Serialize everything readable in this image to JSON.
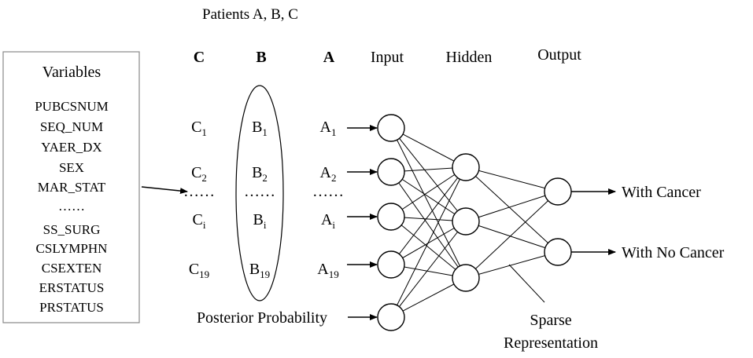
{
  "title": "Patients A, B, C",
  "variables": {
    "heading": "Variables",
    "items": [
      "PUBCSNUM",
      "SEQ_NUM",
      "YAER_DX",
      "SEX",
      "MAR_STAT",
      "……",
      "SS_SURG",
      "CSLYMPHN",
      "CSEXTEN",
      "ERSTATUS",
      "PRSTATUS"
    ]
  },
  "columns": {
    "c_header": "C",
    "b_header": "B",
    "a_header": "A",
    "input": "Input",
    "hidden": "Hidden",
    "output": "Output"
  },
  "patients": {
    "C": [
      {
        "base": "C",
        "sub": "1"
      },
      {
        "base": "C",
        "sub": "2"
      },
      {
        "base": "……",
        "sub": ""
      },
      {
        "base": "C",
        "sub": "i"
      },
      {
        "base": "C",
        "sub": "19"
      }
    ],
    "B": [
      {
        "base": "B",
        "sub": "1"
      },
      {
        "base": "B",
        "sub": "2"
      },
      {
        "base": "……",
        "sub": ""
      },
      {
        "base": "B",
        "sub": "i"
      },
      {
        "base": "B",
        "sub": "19"
      }
    ],
    "A": [
      {
        "base": "A",
        "sub": "1"
      },
      {
        "base": "A",
        "sub": "2"
      },
      {
        "base": "……",
        "sub": ""
      },
      {
        "base": "A",
        "sub": "i"
      },
      {
        "base": "A",
        "sub": "19"
      }
    ]
  },
  "posterior": "Posterior Probability",
  "outputs": [
    "With Cancer",
    "With No Cancer"
  ],
  "sparse": [
    "Sparse",
    "Representation"
  ],
  "network": {
    "input_nodes": 5,
    "hidden_nodes": 3,
    "output_nodes": 2
  }
}
